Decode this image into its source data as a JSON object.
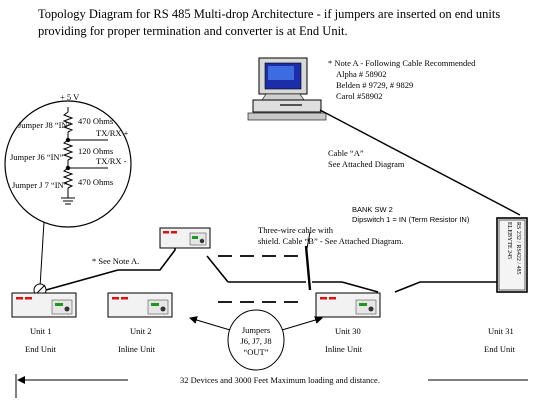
{
  "header": {
    "title": "Topology Diagram for RS 485 Multi-drop Architecture - if jumpers are inserted on end units providing for proper termination and converter is at End Unit."
  },
  "note_a": {
    "heading": "* Note A - Following Cable Recommended",
    "lines": [
      "Alpha  # 58902",
      "Belden  # 9729, # 9829",
      "Carol   #58902"
    ]
  },
  "cable_a": {
    "line1": "Cable “A”",
    "line2": "See Attached Diagram"
  },
  "bank_sw": {
    "line1": "BANK SW 2",
    "line2": "Dipswitch  1 = IN (Term Resistor IN)"
  },
  "converter": {
    "line1": "ELEBYTE 245",
    "line2": "RS 232 / RS422 / 485"
  },
  "three_wire": {
    "line1": "Three-wire cable with",
    "line2": "shield. Cable “B” - See Attached Diagram."
  },
  "see_note": "* See Note A.",
  "circuit": {
    "voltage": "+ 5 V",
    "j8": "Jumper J8 “IN”",
    "j6": "Jumper J6 “IN”",
    "j7": "Jumper J 7 “IN”",
    "r1": "470 Ohms",
    "r2": "120 Ohms",
    "r3": "470 Ohms",
    "txrx_plus": "TX/RX +",
    "txrx_minus": "TX/RX -"
  },
  "units": [
    {
      "name": "Unit 1",
      "role": "End Unit"
    },
    {
      "name": "Unit 2",
      "role": "Inline Unit"
    },
    {
      "name": "Unit 30",
      "role": "Inline Unit"
    },
    {
      "name": "Unit 31",
      "role": "End Unit"
    }
  ],
  "jumpers_bubble": {
    "line1": "Jumpers",
    "line2": "J6, J7, J8",
    "line3": "“OUT”"
  },
  "footer": "32 Devices and 3000 Feet Maximum loading and distance."
}
